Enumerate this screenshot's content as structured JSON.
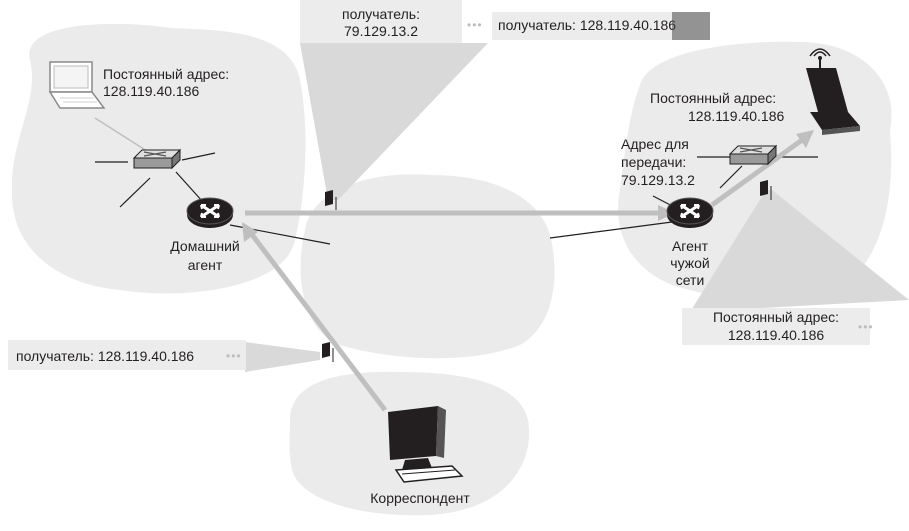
{
  "labels": {
    "home_perm_addr_title": "Постоянный адрес:",
    "home_perm_addr_value": "128.119.40.186",
    "home_agent_line1": "Домашний",
    "home_agent_line2": "агент",
    "top_packet_outer_title": "получатель:",
    "top_packet_outer_value": "79.129.13.2",
    "top_packet_inner": "получатель: 128.119.40.186",
    "mobile_perm_addr_title": "Постоянный адрес:",
    "mobile_perm_addr_value": "128.119.40.186",
    "coa_line1": "Адрес для",
    "coa_line2": "передачи:",
    "coa_line3": "79.129.13.2",
    "foreign_agent_line1": "Агент",
    "foreign_agent_line2": "чужой",
    "foreign_agent_line3": "сети",
    "delivered_packet_title": "Постоянный адрес:",
    "delivered_packet_value": "128.119.40.186",
    "corr_packet": "получатель: 128.119.40.186",
    "correspondent": "Корреспондент"
  },
  "colors": {
    "cloud": "#ebebeb",
    "packet_box": "#ececec",
    "arrow": "#bfbfbf",
    "router": "#231f20",
    "highlight": "#4a4a4a"
  },
  "icons": [
    "laptop-icon",
    "switch-icon",
    "router-icon",
    "desktop-computer-icon",
    "wireless-laptop-icon",
    "packet-icon"
  ]
}
